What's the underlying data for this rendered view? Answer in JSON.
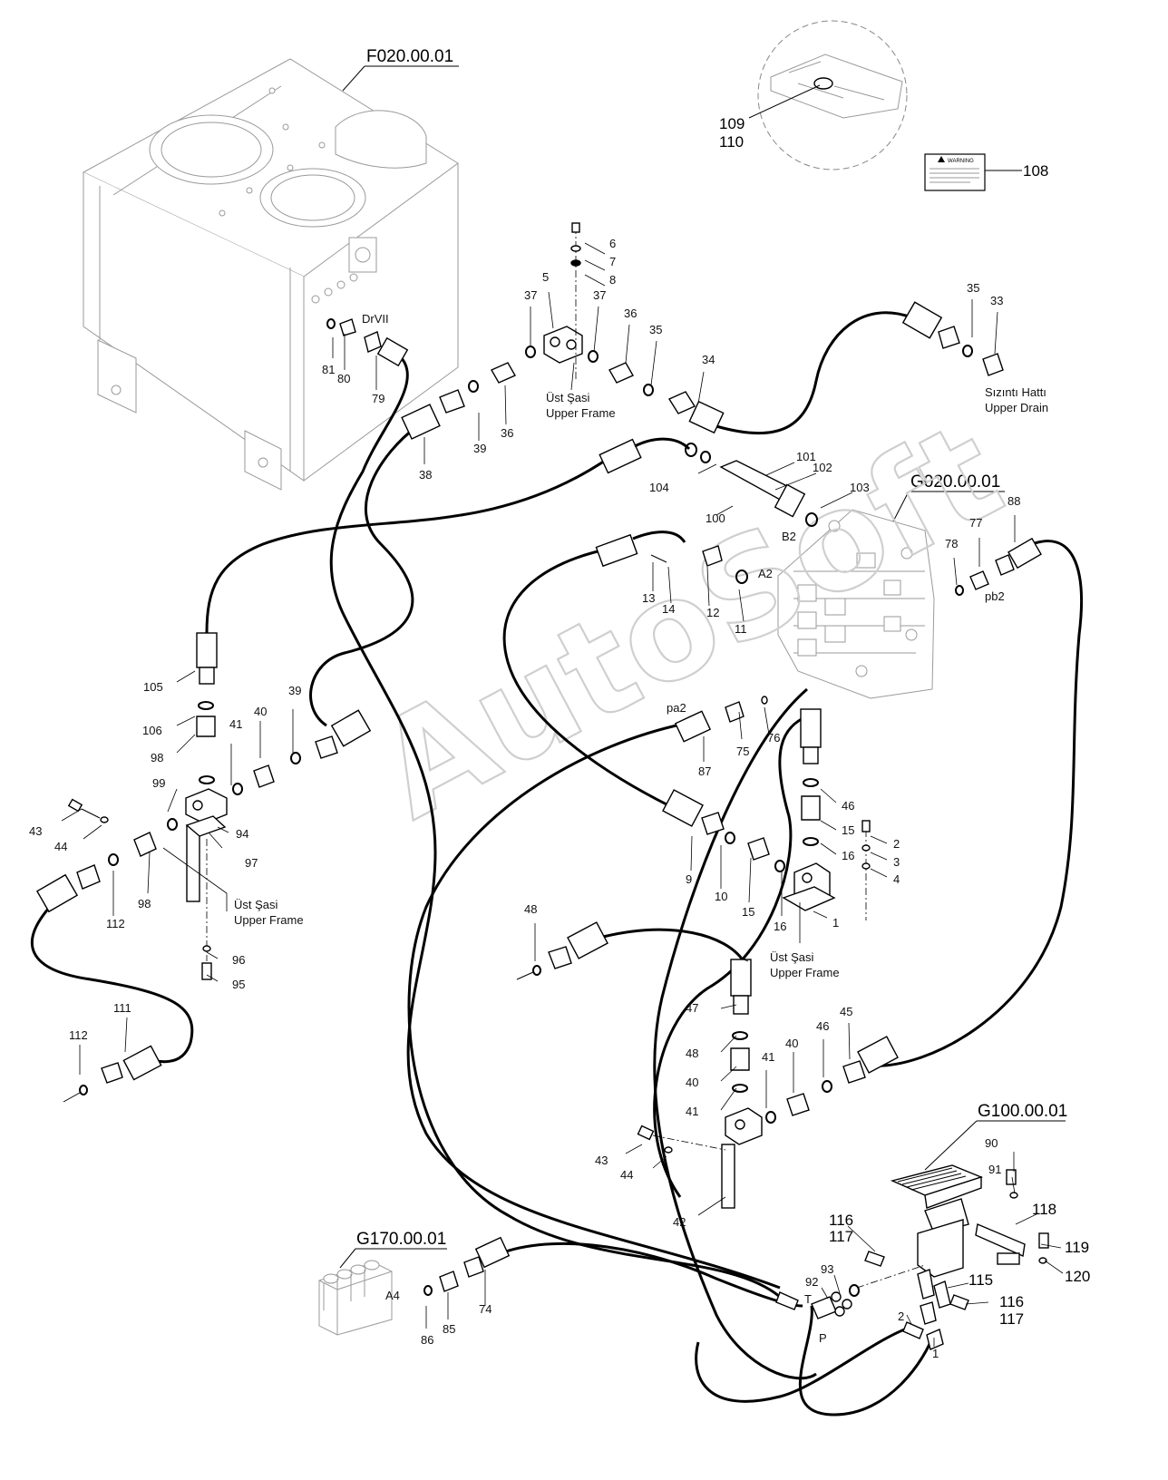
{
  "watermark": "AutoSoft",
  "references": {
    "tank": "F020.00.01",
    "valve": "G020.00.01",
    "pedal": "G100.00.01",
    "block": "G170.00.01"
  },
  "warning_label": {
    "title": "WARNING",
    "item": "108"
  },
  "detail_labels": [
    "109",
    "110"
  ],
  "notes": {
    "upper_frame_1": [
      "Üst Şasi",
      "Upper Frame"
    ],
    "upper_frame_2": [
      "Üst Şasi",
      "Upper Frame"
    ],
    "upper_frame_3": [
      "Üst Şasi",
      "Upper Frame"
    ],
    "drain": [
      "Sızıntı Hattı",
      "Upper Drain"
    ]
  },
  "ports": {
    "drvii": "DrVII",
    "b2": "B2",
    "a2": "A2",
    "pb2": "pb2",
    "pa2": "pa2",
    "a4": "A4",
    "t": "T",
    "p": "P"
  },
  "callouts": [
    {
      "id": "c6",
      "text": "6"
    },
    {
      "id": "c7",
      "text": "7"
    },
    {
      "id": "c8",
      "text": "8"
    },
    {
      "id": "c5",
      "text": "5"
    },
    {
      "id": "c37a",
      "text": "37"
    },
    {
      "id": "c37b",
      "text": "37"
    },
    {
      "id": "c36a",
      "text": "36"
    },
    {
      "id": "c35a",
      "text": "35"
    },
    {
      "id": "c34",
      "text": "34"
    },
    {
      "id": "c35b",
      "text": "35"
    },
    {
      "id": "c33",
      "text": "33"
    },
    {
      "id": "c81",
      "text": "81"
    },
    {
      "id": "c80",
      "text": "80"
    },
    {
      "id": "c79",
      "text": "79"
    },
    {
      "id": "c38",
      "text": "38"
    },
    {
      "id": "c39a",
      "text": "39"
    },
    {
      "id": "c36b",
      "text": "36"
    },
    {
      "id": "c101",
      "text": "101"
    },
    {
      "id": "c102",
      "text": "102"
    },
    {
      "id": "c104",
      "text": "104"
    },
    {
      "id": "c103",
      "text": "103"
    },
    {
      "id": "c100",
      "text": "100"
    },
    {
      "id": "c88",
      "text": "88"
    },
    {
      "id": "c77",
      "text": "77"
    },
    {
      "id": "c78",
      "text": "78"
    },
    {
      "id": "c13",
      "text": "13"
    },
    {
      "id": "c14",
      "text": "14"
    },
    {
      "id": "c12",
      "text": "12"
    },
    {
      "id": "c11",
      "text": "11"
    },
    {
      "id": "c105",
      "text": "105"
    },
    {
      "id": "c106",
      "text": "106"
    },
    {
      "id": "c98a",
      "text": "98"
    },
    {
      "id": "c41a",
      "text": "41"
    },
    {
      "id": "c40a",
      "text": "40"
    },
    {
      "id": "c39b",
      "text": "39"
    },
    {
      "id": "c99",
      "text": "99"
    },
    {
      "id": "c43a",
      "text": "43"
    },
    {
      "id": "c44a",
      "text": "44"
    },
    {
      "id": "c94",
      "text": "94"
    },
    {
      "id": "c97",
      "text": "97"
    },
    {
      "id": "c112a",
      "text": "112"
    },
    {
      "id": "c98b",
      "text": "98"
    },
    {
      "id": "c96",
      "text": "96"
    },
    {
      "id": "c95",
      "text": "95"
    },
    {
      "id": "c111",
      "text": "111"
    },
    {
      "id": "c112b",
      "text": "112"
    },
    {
      "id": "c75",
      "text": "75"
    },
    {
      "id": "c76",
      "text": "76"
    },
    {
      "id": "c87",
      "text": "87"
    },
    {
      "id": "c46a",
      "text": "46"
    },
    {
      "id": "c15a",
      "text": "15"
    },
    {
      "id": "c16a",
      "text": "16"
    },
    {
      "id": "c2a",
      "text": "2"
    },
    {
      "id": "c3",
      "text": "3"
    },
    {
      "id": "c4",
      "text": "4"
    },
    {
      "id": "c9",
      "text": "9"
    },
    {
      "id": "c10",
      "text": "10"
    },
    {
      "id": "c15b",
      "text": "15"
    },
    {
      "id": "c16b",
      "text": "16"
    },
    {
      "id": "c1a",
      "text": "1"
    },
    {
      "id": "c48a",
      "text": "48"
    },
    {
      "id": "c47",
      "text": "47"
    },
    {
      "id": "c48b",
      "text": "48"
    },
    {
      "id": "c40b",
      "text": "40"
    },
    {
      "id": "c41b",
      "text": "41"
    },
    {
      "id": "c41c",
      "text": "41"
    },
    {
      "id": "c40c",
      "text": "40"
    },
    {
      "id": "c46b",
      "text": "46"
    },
    {
      "id": "c45",
      "text": "45"
    },
    {
      "id": "c43b",
      "text": "43"
    },
    {
      "id": "c44b",
      "text": "44"
    },
    {
      "id": "c42",
      "text": "42"
    },
    {
      "id": "c90",
      "text": "90"
    },
    {
      "id": "c91",
      "text": "91"
    },
    {
      "id": "c118",
      "text": "118"
    },
    {
      "id": "c119",
      "text": "119"
    },
    {
      "id": "c120",
      "text": "120"
    },
    {
      "id": "c116a",
      "text": "116"
    },
    {
      "id": "c117a",
      "text": "117"
    },
    {
      "id": "c93",
      "text": "93"
    },
    {
      "id": "c92",
      "text": "92"
    },
    {
      "id": "c115",
      "text": "115"
    },
    {
      "id": "c116b",
      "text": "116"
    },
    {
      "id": "c117b",
      "text": "117"
    },
    {
      "id": "c2b",
      "text": "2"
    },
    {
      "id": "c1b",
      "text": "1"
    },
    {
      "id": "c86",
      "text": "86"
    },
    {
      "id": "c85",
      "text": "85"
    },
    {
      "id": "c74",
      "text": "74"
    }
  ]
}
